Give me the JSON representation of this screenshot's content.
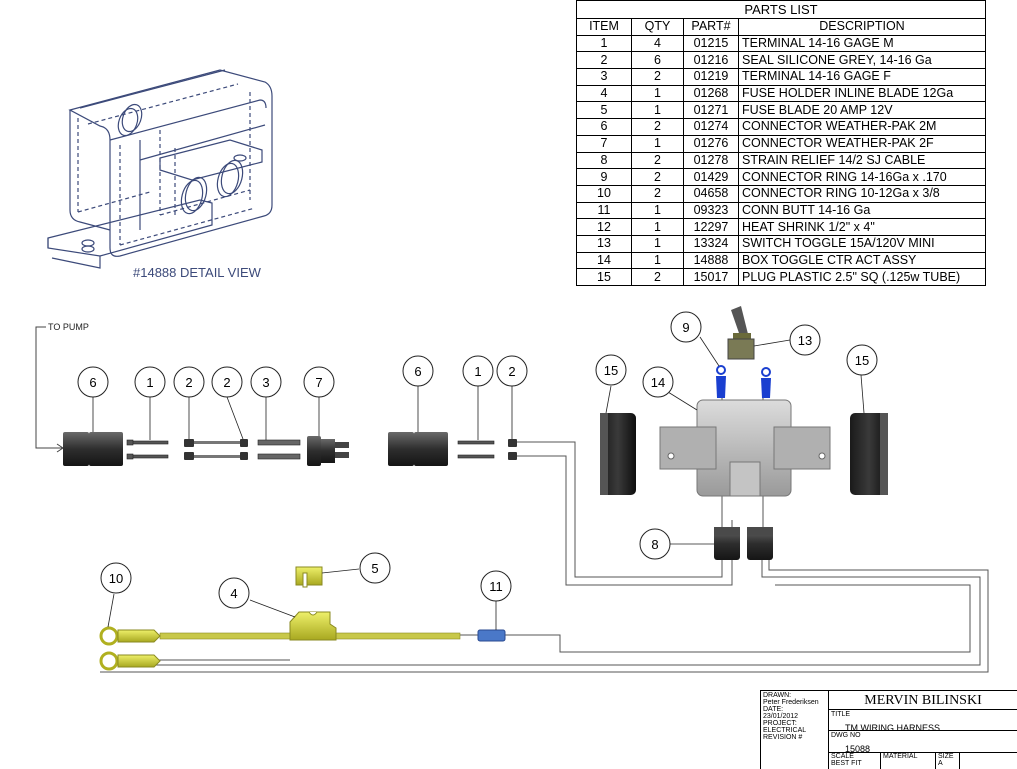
{
  "parts_list": {
    "title": "PARTS LIST",
    "headers": [
      "ITEM",
      "QTY",
      "PART#",
      "DESCRIPTION"
    ],
    "rows": [
      [
        "1",
        "4",
        "01215",
        "TERMINAL 14-16 GAGE M"
      ],
      [
        "2",
        "6",
        "01216",
        "SEAL SILICONE GREY, 14-16 Ga"
      ],
      [
        "3",
        "2",
        "01219",
        "TERMINAL 14-16 GAGE F"
      ],
      [
        "4",
        "1",
        "01268",
        "FUSE HOLDER INLINE BLADE 12Ga"
      ],
      [
        "5",
        "1",
        "01271",
        "FUSE BLADE 20 AMP 12V"
      ],
      [
        "6",
        "2",
        "01274",
        "CONNECTOR WEATHER-PAK 2M"
      ],
      [
        "7",
        "1",
        "01276",
        "CONNECTOR WEATHER-PAK 2F"
      ],
      [
        "8",
        "2",
        "01278",
        "STRAIN RELIEF 14/2 SJ CABLE"
      ],
      [
        "9",
        "2",
        "01429",
        "CONNECTOR RING 14-16Ga x .170"
      ],
      [
        "10",
        "2",
        "04658",
        "CONNECTOR RING 10-12Ga x 3/8"
      ],
      [
        "11",
        "1",
        "09323",
        "CONN BUTT 14-16 Ga"
      ],
      [
        "12",
        "1",
        "12297",
        "HEAT SHRINK 1/2\" x 4\""
      ],
      [
        "13",
        "1",
        "13324",
        "SWITCH TOGGLE 15A/120V MINI"
      ],
      [
        "14",
        "1",
        "14888",
        "BOX TOGGLE CTR ACT ASSY"
      ],
      [
        "15",
        "2",
        "15017",
        "PLUG PLASTIC 2.5\" SQ (.125w TUBE)"
      ]
    ]
  },
  "detail_view": {
    "label": "#14888 DETAIL VIEW"
  },
  "annotations": {
    "to_pump": "TO PUMP"
  },
  "callouts": {
    "c6a": "6",
    "c1a": "1",
    "c2a": "2",
    "c2b": "2",
    "c3": "3",
    "c7": "7",
    "c6b": "6",
    "c1b": "1",
    "c2c": "2",
    "c15a": "15",
    "c14": "14",
    "c9": "9",
    "c13": "13",
    "c15b": "15",
    "c8": "8",
    "c10": "10",
    "c4": "4",
    "c5": "5",
    "c11": "11"
  },
  "title_block": {
    "drawn_label": "DRAWN:",
    "drawn_by": "Peter Frederiksen",
    "date_label": "DATE:",
    "date": "23/01/2012",
    "project_label": "PROJECT:",
    "project": "ELECTRICAL",
    "revision_label": "REVISION #",
    "company": "MERVIN BILINSKI",
    "title_label": "TITLE",
    "title": "TM WIRING HARNESS",
    "dwg_no_label": "DWG NO",
    "dwg_no": "15088",
    "scale_label": "SCALE",
    "scale": "BEST FIT",
    "material_label": "MATERIAL",
    "size_label": "SIZE",
    "size": "A"
  },
  "colors": {
    "connector_dark": "#3a3a3a",
    "fuse_yellow": "#d8d83a",
    "ring_terminal_blue": "#1a3fd0",
    "butt_connector_blue": "#4a78c8",
    "box_grey": "#b8b8b8",
    "detail_line": "#3c4a7a"
  }
}
